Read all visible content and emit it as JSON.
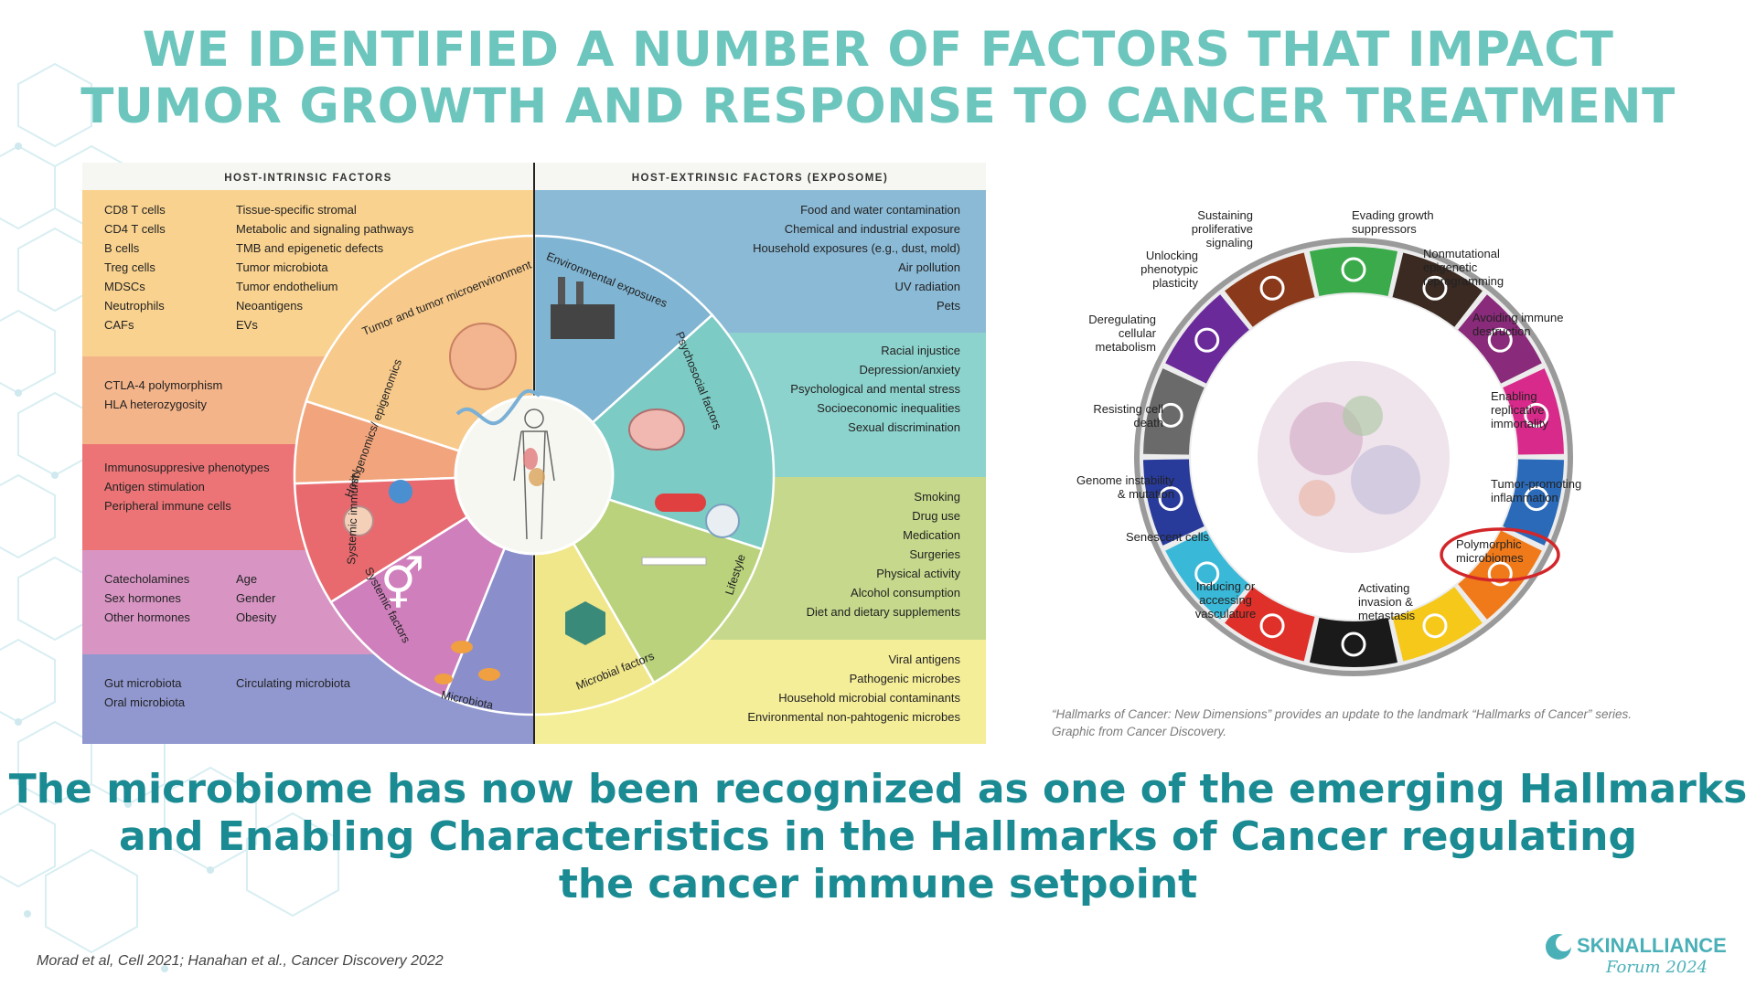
{
  "title": {
    "line1": "WE IDENTIFIED A NUMBER OF FACTORS THAT IMPACT",
    "line2": "TUMOR GROWTH AND RESPONSE TO CANCER TREATMENT"
  },
  "left_figure": {
    "intrinsic_header": "HOST-INTRINSIC FACTORS",
    "extrinsic_header": "HOST-EXTRINSIC FACTORS (EXPOSOME)",
    "intrinsic_rows": [
      {
        "color": "#f9d28f",
        "col1": [
          "CD8 T cells",
          "CD4 T cells",
          "B cells",
          "Treg cells",
          "MDSCs",
          "Neutrophils",
          "CAFs"
        ],
        "col2": [
          "Tissue-specific stromal",
          "Metabolic and signaling pathways",
          "TMB and epigenetic defects",
          "Tumor microbiota",
          "Tumor endothelium",
          "Neoantigens",
          "EVs"
        ]
      },
      {
        "color": "#f4b48a",
        "col1": [
          "CTLA-4 polymorphism",
          "HLA heterozygosity"
        ],
        "col2": []
      },
      {
        "color": "#ec7476",
        "col1": [
          "Immunosuppresive phenotypes",
          "Antigen stimulation",
          "Peripheral immune cells"
        ],
        "col2": []
      },
      {
        "color": "#d895c4",
        "col1": [
          "Catecholamines",
          "Sex hormones",
          "Other hormones"
        ],
        "col2": [
          "Age",
          "Gender",
          "Obesity"
        ]
      },
      {
        "color": "#9198cf",
        "col1": [
          "Gut microbiota",
          "Oral microbiota"
        ],
        "col2": [
          "Circulating microbiota"
        ]
      }
    ],
    "extrinsic_rows": [
      {
        "color": "#8bbad6",
        "items": [
          "Food and water contamination",
          "Chemical and industrial exposure",
          "Household exposures (e.g., dust, mold)",
          "Air pollution",
          "UV radiation",
          "Pets"
        ]
      },
      {
        "color": "#8dd3cd",
        "items": [
          "Racial injustice",
          "Depression/anxiety",
          "Psychological and mental stress",
          "Socioeconomic inequalities",
          "Sexual discrimination"
        ]
      },
      {
        "color": "#c5d88b",
        "items": [
          "Smoking",
          "Drug use",
          "Medication",
          "Surgeries",
          "Physical activity",
          "Alcohol consumption",
          "Diet and dietary supplements"
        ]
      },
      {
        "color": "#f5ee99",
        "items": [
          "Viral antigens",
          "Pathogenic microbes",
          "Household microbial contaminants",
          "Environmental non-pahtogenic microbes"
        ]
      }
    ],
    "wedge_labels": [
      "Tumor and tumor microenvironment",
      "Host genomics/ epigenomics",
      "Systemic immunity",
      "Systemic factors",
      "Microbiota",
      "Environmental exposures",
      "Psychosocial factors",
      "Lifestyle",
      "Microbial factors"
    ]
  },
  "right_figure": {
    "labels": [
      "Sustaining proliferative signaling",
      "Evading growth suppressors",
      "Nonmutational epigenetic reprogramming",
      "Avoiding immune destruction",
      "Enabling replicative immortality",
      "Tumor-promoting inflammation",
      "Polymorphic microbiomes",
      "Activating invasion & metastasis",
      "Inducing or accessing vasculature",
      "Senescent cells",
      "Genome instability & mutation",
      "Resisting cell death",
      "Deregulating cellular metabolism",
      "Unlocking phenotypic plasticity"
    ],
    "segment_colors": [
      "#3aaa4a",
      "#3a2a22",
      "#8a2a7a",
      "#d82a8a",
      "#2a6ab8",
      "#f07a1a",
      "#f5c81a",
      "#1a1a1a",
      "#e0302a",
      "#3ab8d8",
      "#283a9a",
      "#6a6a6a",
      "#6a2a9a",
      "#8a3a1a"
    ],
    "highlight_color": "#d3262a",
    "caption": "“Hallmarks of Cancer: New Dimensions” provides an update to the landmark “Hallmarks of Cancer” series. Graphic from Cancer Discovery."
  },
  "bottom": {
    "line1": "The microbiome has now been recognized as one of the emerging Hallmarks",
    "line2": "and Enabling Characteristics in the Hallmarks of Cancer regulating",
    "line3": "the cancer immune setpoint"
  },
  "references": "Morad et al, Cell 2021; Hanahan et al., Cancer Discovery 2022",
  "logo": {
    "brand": "SKINALLIANCE",
    "sub": "Forum 2024",
    "color": "#4ab0b8"
  }
}
